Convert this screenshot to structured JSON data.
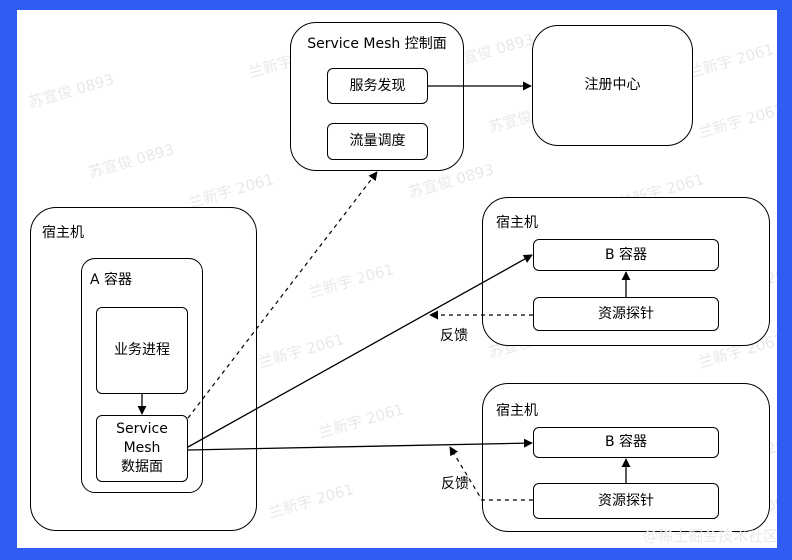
{
  "watermarks": [
    "苏宣俊 0893",
    "兰新宇 2061"
  ],
  "control_plane": {
    "title": "Service Mesh 控制面",
    "service_discovery": "服务发现",
    "traffic_scheduling": "流量调度"
  },
  "registry": {
    "label": "注册中心"
  },
  "host_a": {
    "title": "宿主机",
    "container_title": "A 容器",
    "business_process": "业务进程",
    "data_plane": [
      "Service",
      "Mesh",
      "数据面"
    ]
  },
  "host_b1": {
    "title": "宿主机",
    "container": "B 容器",
    "probe": "资源探针",
    "feedback": "反馈"
  },
  "host_b2": {
    "title": "宿主机",
    "container": "B 容器",
    "probe": "资源探针",
    "feedback": "反馈"
  },
  "footer": "@稀土掘金技术社区"
}
